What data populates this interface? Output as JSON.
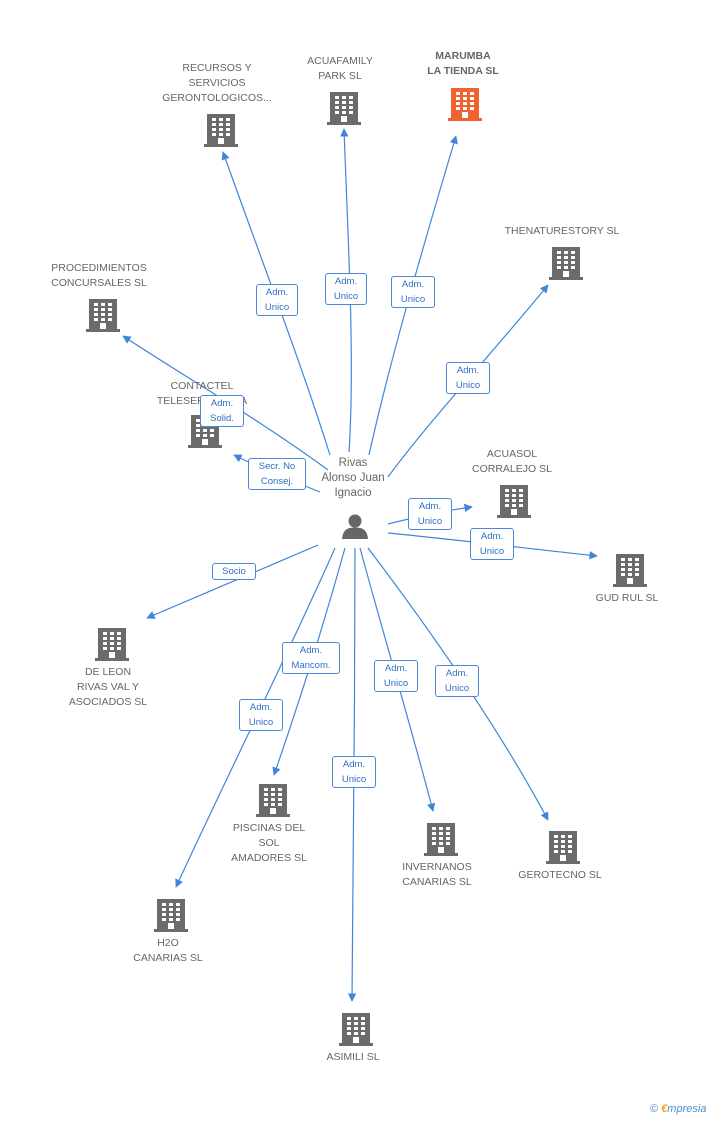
{
  "person": {
    "name": "Rivas\nAlonso Juan\nIgnacio",
    "icon": "person-icon"
  },
  "colors": {
    "building": "#6b6b6b",
    "highlight": "#f0622e",
    "edge": "#3f86d9",
    "label_text": "#2f6fc6"
  },
  "companies": [
    {
      "id": "recursos",
      "name": "RECURSOS Y\nSERVICIOS\nGERONTOLOGICOS...",
      "highlight": false
    },
    {
      "id": "acuafamily",
      "name": "ACUAFAMILY\nPARK SL",
      "highlight": false
    },
    {
      "id": "marumba",
      "name": "MARUMBA\nLA TIENDA SL",
      "highlight": true
    },
    {
      "id": "thenaturestory",
      "name": "THENATURESTORY SL",
      "highlight": false
    },
    {
      "id": "procedimientos",
      "name": "PROCEDIMIENTOS\nCONCURSALES SL",
      "highlight": false
    },
    {
      "id": "contactel",
      "name": "CONTACTEL\nTELESERVICIOSA",
      "highlight": false
    },
    {
      "id": "acuasol",
      "name": "ACUASOL\nCORRALEJO  SL",
      "highlight": false
    },
    {
      "id": "gudrul",
      "name": "GUD RUL  SL",
      "highlight": false
    },
    {
      "id": "deleon",
      "name": "DE LEON\nRIVAS VAL Y\nASOCIADOS SL",
      "highlight": false
    },
    {
      "id": "piscinas",
      "name": "PISCINAS DEL\nSOL\nAMADORES SL",
      "highlight": false
    },
    {
      "id": "h2o",
      "name": "H2O\nCANARIAS  SL",
      "highlight": false
    },
    {
      "id": "asimili",
      "name": "ASIMILI  SL",
      "highlight": false
    },
    {
      "id": "invernanos",
      "name": "INVERNANOS\nCANARIAS SL",
      "highlight": false
    },
    {
      "id": "gerotecno",
      "name": "GEROTECNO SL",
      "highlight": false
    }
  ],
  "relations": [
    {
      "to": "recursos",
      "label": "Adm.\nUnico"
    },
    {
      "to": "acuafamily",
      "label": "Adm.\nUnico"
    },
    {
      "to": "marumba",
      "label": "Adm.\nUnico"
    },
    {
      "to": "thenaturestory",
      "label": "Adm.\nUnico"
    },
    {
      "to": "procedimientos",
      "label": "Adm.\nSolid."
    },
    {
      "to": "contactel",
      "label": "Secr.  No\nConsej."
    },
    {
      "to": "acuasol",
      "label": "Adm.\nUnico"
    },
    {
      "to": "gudrul",
      "label": "Adm.\nUnico"
    },
    {
      "to": "deleon",
      "label": "Socio"
    },
    {
      "to": "piscinas",
      "label": "Adm.\nMancom."
    },
    {
      "to": "h2o",
      "label": "Adm.\nUnico"
    },
    {
      "to": "asimili",
      "label": "Adm.\nUnico"
    },
    {
      "to": "invernanos",
      "label": "Adm.\nUnico"
    },
    {
      "to": "gerotecno",
      "label": "Adm.\nUnico"
    }
  ],
  "footer": {
    "copyright": "©",
    "brand_initial": "€",
    "brand_rest": "mpresia"
  }
}
